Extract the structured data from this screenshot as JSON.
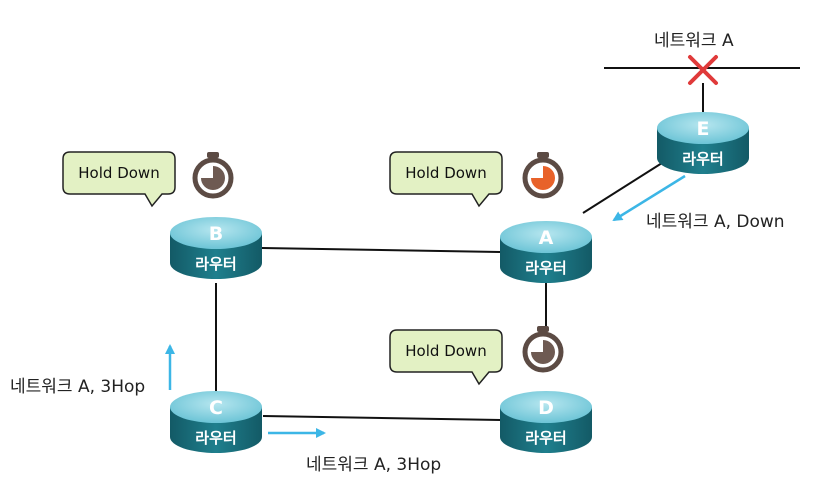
{
  "network_label_top": "네트워크 A",
  "label_down": "네트워크 A, Down",
  "label_c_up": "네트워크 A, 3Hop",
  "label_c_right": "네트워크 A, 3Hop",
  "bubble_text": "Hold Down",
  "routers": {
    "A": {
      "letter": "A",
      "label": "라우터"
    },
    "B": {
      "letter": "B",
      "label": "라우터"
    },
    "C": {
      "letter": "C",
      "label": "라우터"
    },
    "D": {
      "letter": "D",
      "label": "라우터"
    },
    "E": {
      "letter": "E",
      "label": "라우터"
    }
  },
  "colors": {
    "router_top": "#8fd3e0",
    "router_side": "#1a6b78",
    "arrow": "#3cb6e6",
    "bubble_fill": "#e3f1c4",
    "cross": "#e03a3a",
    "timer_fill": "#e8622a",
    "timer_dark": "#5c4b44"
  }
}
